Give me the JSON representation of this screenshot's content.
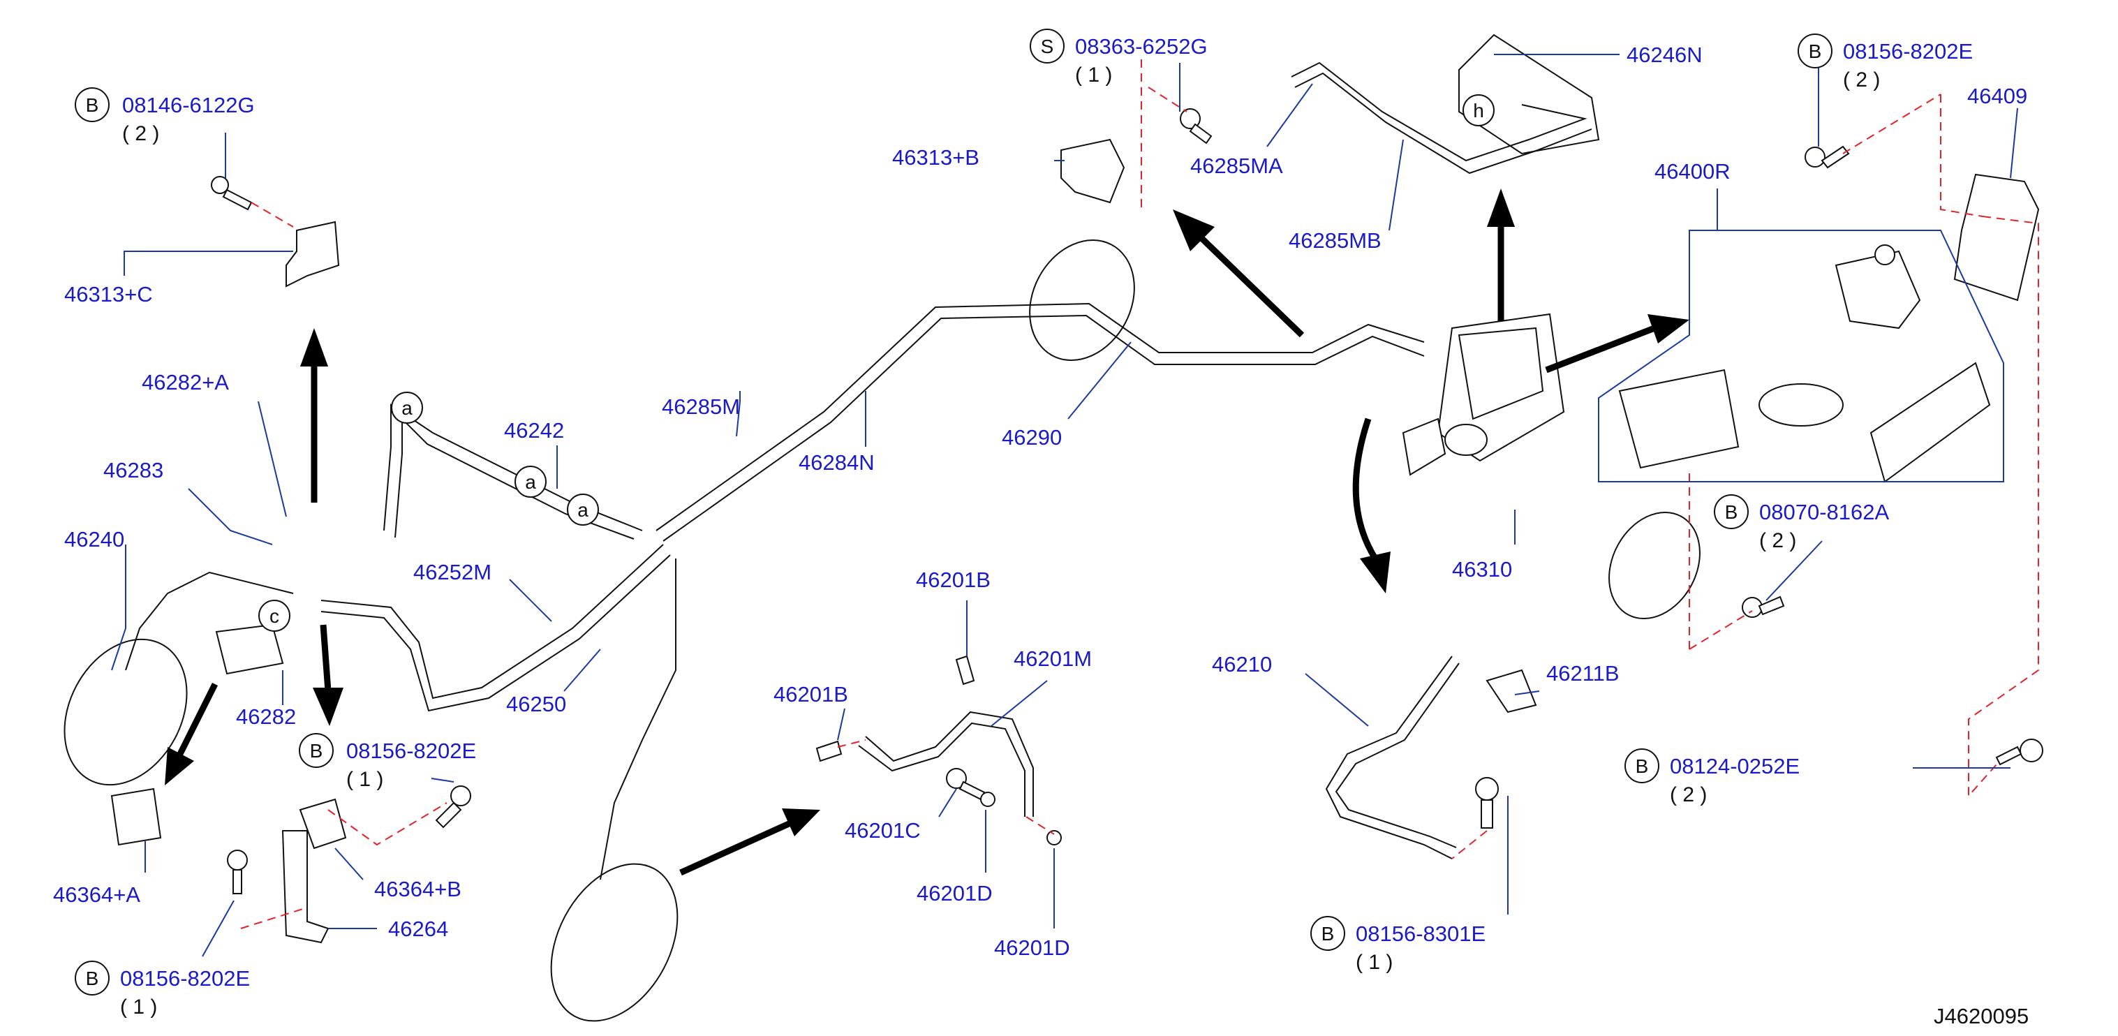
{
  "colors": {
    "label": "#1a1ac8",
    "leader": "#1a3aa0",
    "dashed": "#e0242a",
    "line": "#111111"
  },
  "drawing_number": "J4620095",
  "badges": {
    "b1": {
      "letter": "B",
      "code": "08146-6122G",
      "qty": "( 2 )"
    },
    "b2": {
      "letter": "B",
      "code": "08156-8202E",
      "qty": "( 1 )"
    },
    "b3": {
      "letter": "B",
      "code": "08156-8202E",
      "qty": "( 1 )"
    },
    "s1": {
      "letter": "S",
      "code": "08363-6252G",
      "qty": "( 1 )"
    },
    "b4": {
      "letter": "B",
      "code": "08156-8202E",
      "qty": "( 2 )"
    },
    "b5": {
      "letter": "B",
      "code": "08070-8162A",
      "qty": "( 2 )"
    },
    "b6": {
      "letter": "B",
      "code": "08124-0252E",
      "qty": "( 2 )"
    },
    "b7": {
      "letter": "B",
      "code": "08156-8301E",
      "qty": "( 1 )"
    }
  },
  "parts": {
    "p46313C": "46313+C",
    "p46282A": "46282+A",
    "p46283": "46283",
    "p46240": "46240",
    "p46282": "46282",
    "p46364A": "46364+A",
    "p46364B": "46364+B",
    "p46264": "46264",
    "p46242": "46242",
    "p46252M": "46252M",
    "p46250": "46250",
    "p46285M": "46285M",
    "p46284N": "46284N",
    "p46290": "46290",
    "p46313B": "46313+B",
    "p46285MA": "46285MA",
    "p46285MB": "46285MB",
    "p46246N": "46246N",
    "p46409": "46409",
    "p46400R": "46400R",
    "p46310": "46310",
    "p46210": "46210",
    "p46211B": "46211B",
    "p46201B1": "46201B",
    "p46201B2": "46201B",
    "p46201M": "46201M",
    "p46201C": "46201C",
    "p46201D1": "46201D",
    "p46201D2": "46201D"
  },
  "circle_marks": {
    "a1": "a",
    "a2": "a",
    "a3": "a",
    "c": "c",
    "h": "h"
  }
}
